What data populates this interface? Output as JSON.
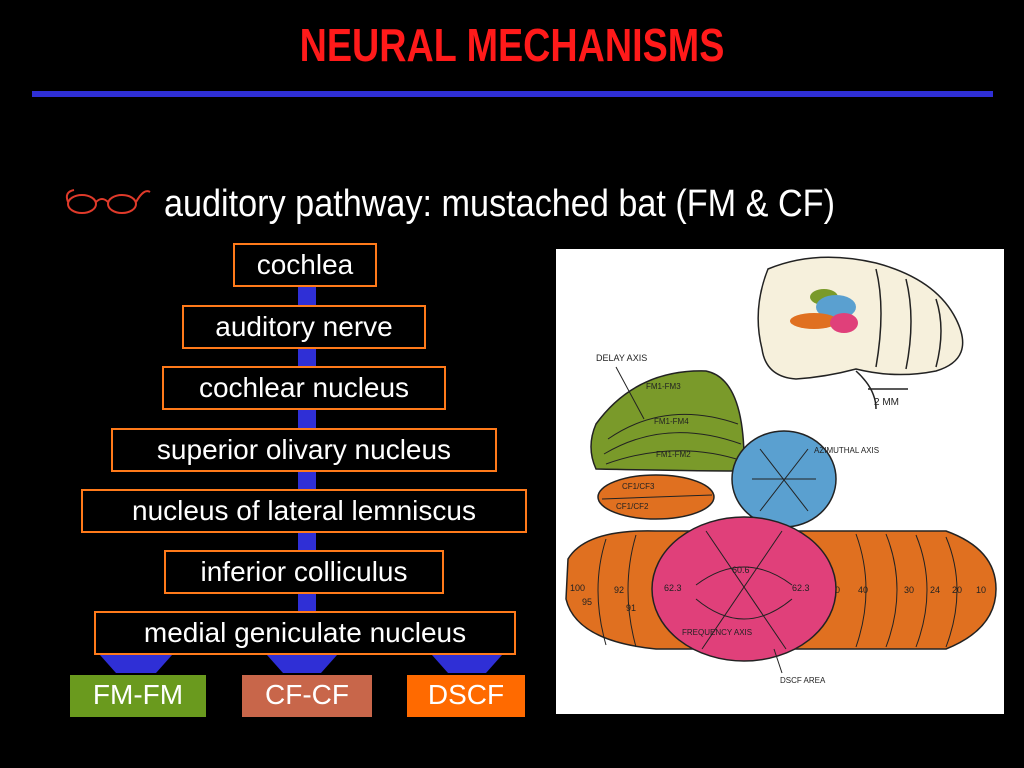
{
  "slide": {
    "title": "NEURAL MECHANISMS",
    "bullet_text": "auditory pathway: mustached bat (FM & CF)"
  },
  "pathway": {
    "stages": [
      "cochlea",
      "auditory nerve",
      "cochlear nucleus",
      "superior olivary nucleus",
      "nucleus of lateral lemniscus",
      "inferior colliculus",
      "medial geniculate nucleus"
    ],
    "outputs": [
      {
        "label": "FM-FM",
        "color": "#6a9a1e"
      },
      {
        "label": "CF-CF",
        "color": "#c8664a"
      },
      {
        "label": "DSCF",
        "color": "#ff6a00"
      }
    ],
    "box_border_color": "#ff7a1a",
    "connector_color": "#2f2fd6"
  },
  "figure": {
    "delay_axis": "DELAY AXIS",
    "fm_bands": [
      "FM1-FM3",
      "FM1-FM4",
      "FM1-FM2"
    ],
    "cf_bands": [
      "CF1/CF3",
      "CF1/CF2"
    ],
    "scale": "2 MM",
    "azimuthal_axis": "AZIMUTHAL AXIS",
    "center_value": "60.6",
    "left_value": "62.3",
    "right_value": "62.3",
    "frequency_axis": "FREQUENCY AXIS",
    "dscf_area": "DSCF AREA",
    "left_freqs": [
      "100",
      "95",
      "92",
      "91"
    ],
    "right_freqs": [
      "50",
      "40",
      "30",
      "24",
      "20",
      "10"
    ]
  }
}
